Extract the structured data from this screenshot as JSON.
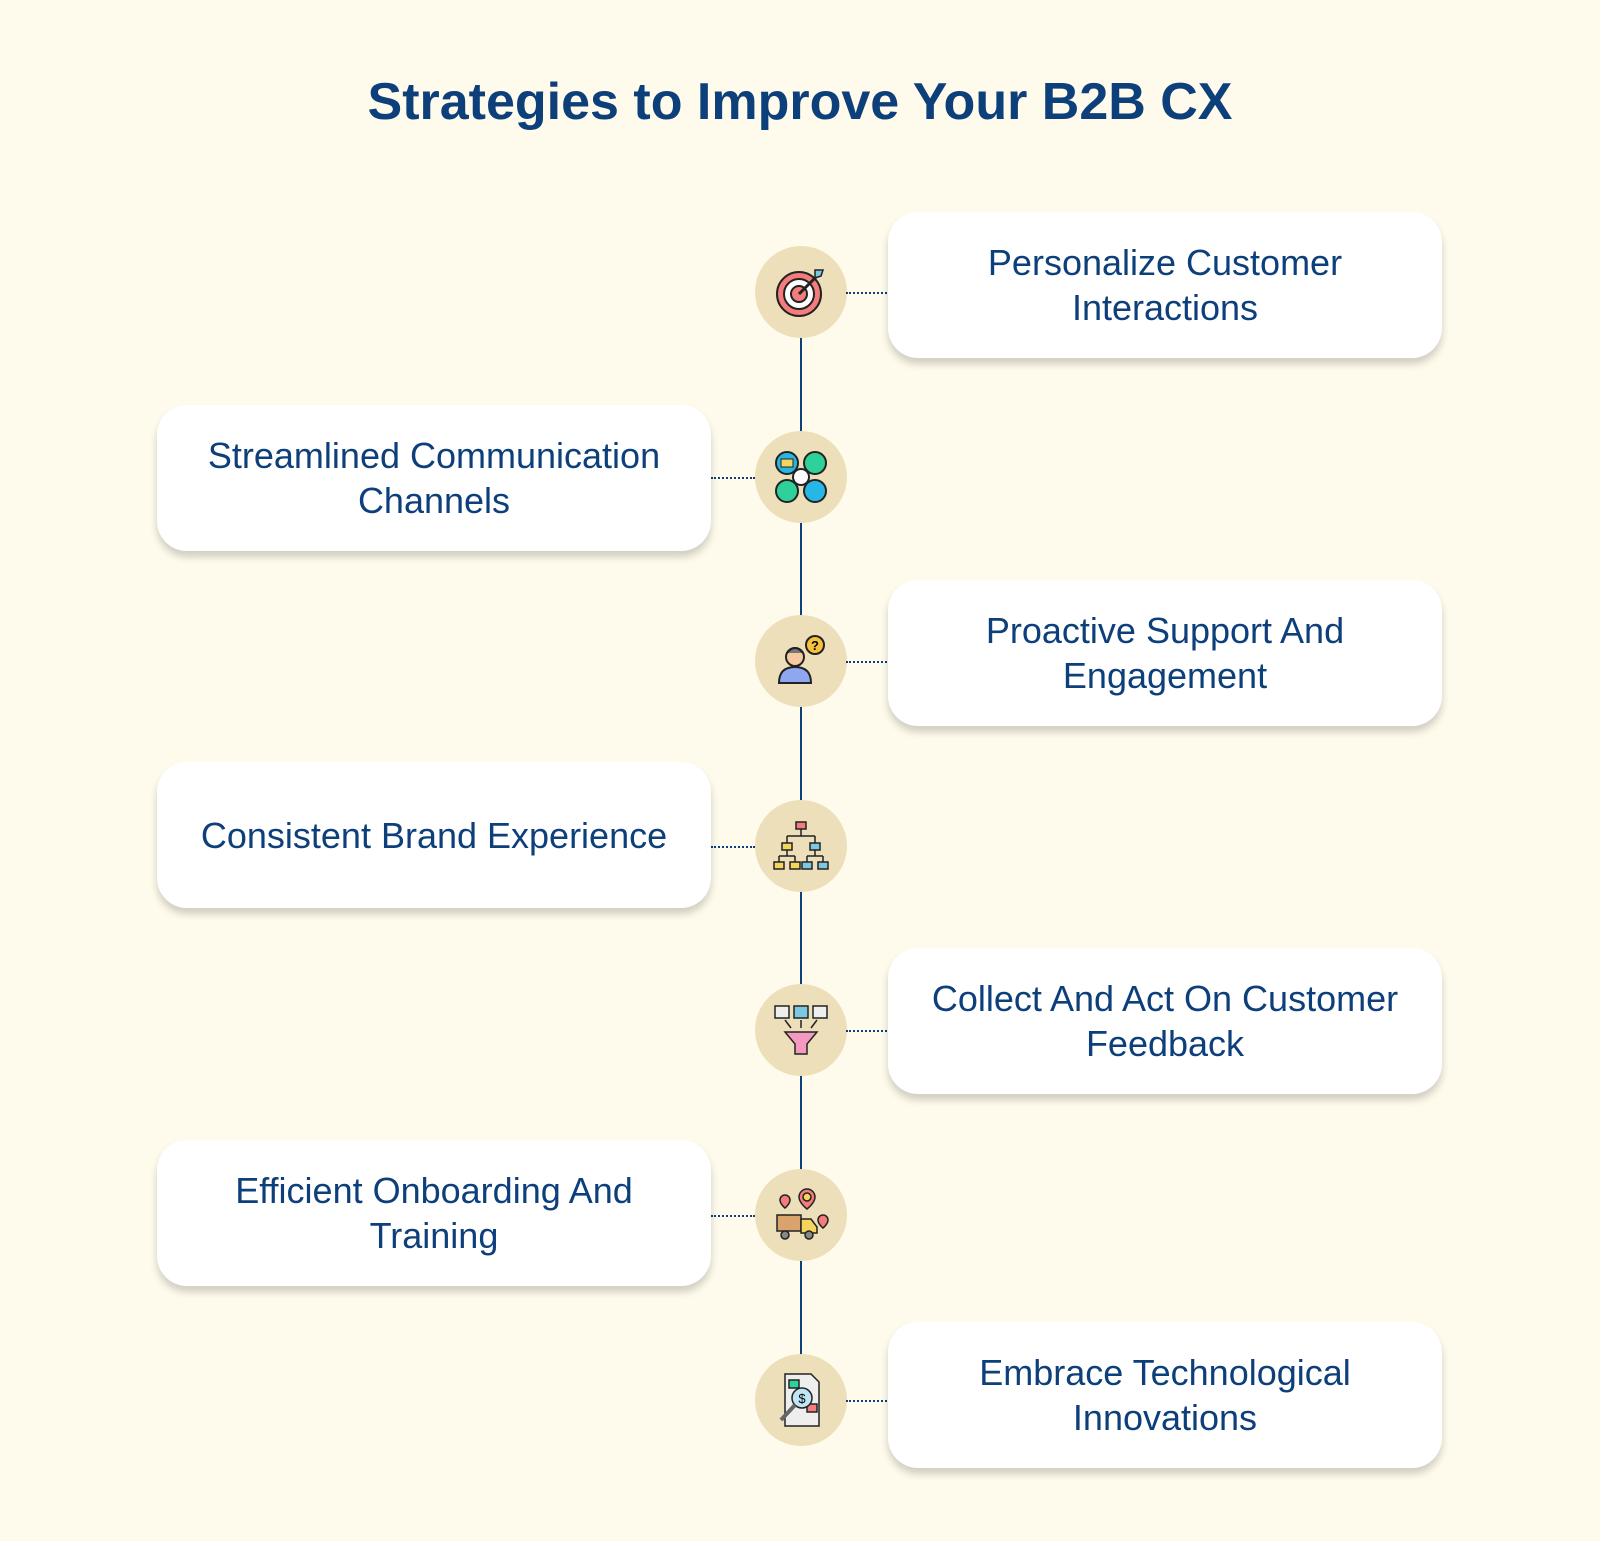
{
  "title": "Strategies to Improve Your B2B CX",
  "steps": [
    {
      "label": "Personalize Customer Interactions",
      "icon": "target-dart-icon",
      "side": "right"
    },
    {
      "label": "Streamlined Communication Channels",
      "icon": "communication-channels-icon",
      "side": "left"
    },
    {
      "label": "Proactive Support And Engagement",
      "icon": "support-person-question-icon",
      "side": "right"
    },
    {
      "label": "Consistent Brand Experience",
      "icon": "hierarchy-chart-icon",
      "side": "left"
    },
    {
      "label": "Collect And Act On Customer Feedback",
      "icon": "feedback-funnel-icon",
      "side": "right"
    },
    {
      "label": "Efficient Onboarding And Training",
      "icon": "delivery-truck-location-icon",
      "side": "left"
    },
    {
      "label": "Embrace Technological Innovations",
      "icon": "document-magnifier-icon",
      "side": "right"
    }
  ],
  "colors": {
    "background": "#fefbec",
    "accent": "#0d3f7a",
    "circle": "#eddfb9"
  }
}
